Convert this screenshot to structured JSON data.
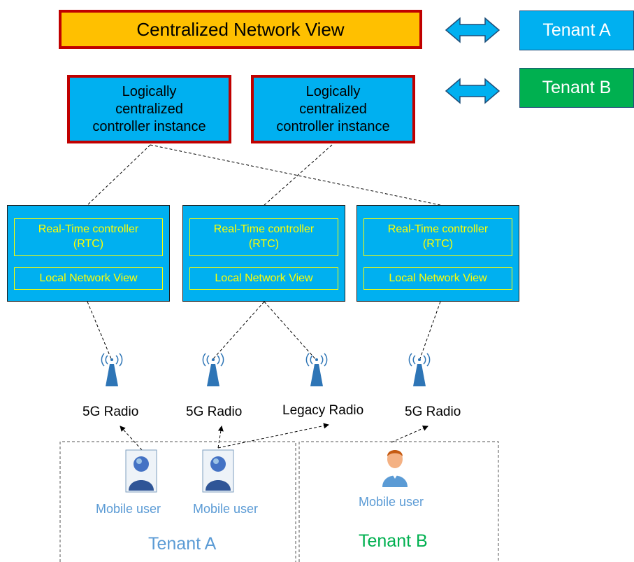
{
  "central_view": {
    "label": "Centralized Network View"
  },
  "tenant_tags": {
    "a": "Tenant A",
    "b": "Tenant B"
  },
  "logical_controllers": [
    {
      "label": "Logically\ncentralized\ncontroller instance"
    },
    {
      "label": "Logically\ncentralized\ncontroller instance"
    }
  ],
  "rtcs": [
    {
      "rtc_label": "Real-Time controller\n(RTC)",
      "lnv_label": "Local Network View"
    },
    {
      "rtc_label": "Real-Time controller\n(RTC)",
      "lnv_label": "Local Network View"
    },
    {
      "rtc_label": "Real-Time controller\n(RTC)",
      "lnv_label": "Local Network View"
    }
  ],
  "radios": [
    {
      "label": "5G Radio"
    },
    {
      "label": "5G Radio"
    },
    {
      "label": "Legacy Radio"
    },
    {
      "label": "5G Radio"
    }
  ],
  "mobile_users": [
    {
      "label": "Mobile user"
    },
    {
      "label": "Mobile user"
    },
    {
      "label": "Mobile user"
    }
  ],
  "tenant_zones": {
    "a": "Tenant A",
    "b": "Tenant B"
  },
  "colors": {
    "central_fill": "#ffc000",
    "controller_fill": "#00b0f0",
    "highlight_border": "#c00000",
    "rtc_text": "#ffff00",
    "tenant_a_tag": "#00b0f0",
    "tenant_b_tag": "#00b050",
    "tenant_a_text": "#5b9bd5",
    "tenant_b_text": "#00b050",
    "arrow_fill": "#00b0f0"
  },
  "icons": {
    "radio": "antenna-icon",
    "user": "mobile-user-icon",
    "link": "double-arrow-icon"
  }
}
